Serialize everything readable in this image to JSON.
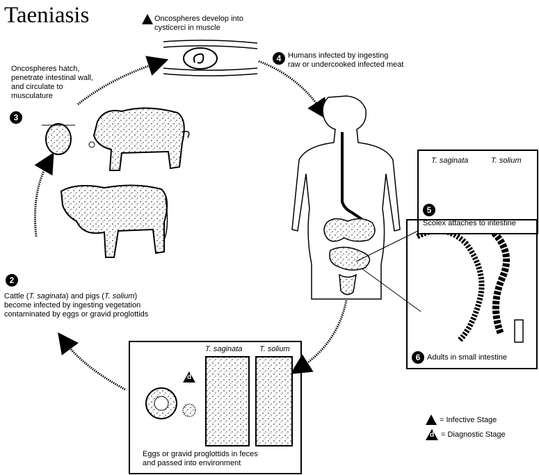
{
  "title": "Taeniasis",
  "stages": {
    "s1": {
      "text": "Oncospheres develop into cysticerci in muscle"
    },
    "s2": {
      "number": "2",
      "line1_pre": "Cattle (",
      "line1_italic1": "T. saginata",
      "line1_mid": ") and pigs (",
      "line1_italic2": "T. solium",
      "line1_post": ")",
      "line2": "become infected by ingesting vegetation",
      "line3": "contaminated by eggs or gravid proglottids"
    },
    "s3": {
      "number": "3",
      "text": "Oncospheres hatch, penetrate intestinal wall, and circulate to musculature"
    },
    "s4": {
      "number": "4",
      "line1": "Humans infected by ingesting",
      "line2": "raw or undercooked infected meat"
    },
    "s5": {
      "number": "5",
      "species_a": "T. saginata",
      "species_b": "T. solium",
      "text": "Scolex attaches to intestine"
    },
    "s6": {
      "number": "6",
      "text": "Adults in small intestine"
    },
    "eggs": {
      "species_a": "T. saginata",
      "species_b": "T. solium",
      "diag_letter": "d",
      "line1": "Eggs or gravid proglottids in feces",
      "line2": "and passed into environment"
    }
  },
  "legend": {
    "infective": "= Infective Stage",
    "diagnostic_letter": "d",
    "diagnostic": "= Diagnostic Stage"
  }
}
